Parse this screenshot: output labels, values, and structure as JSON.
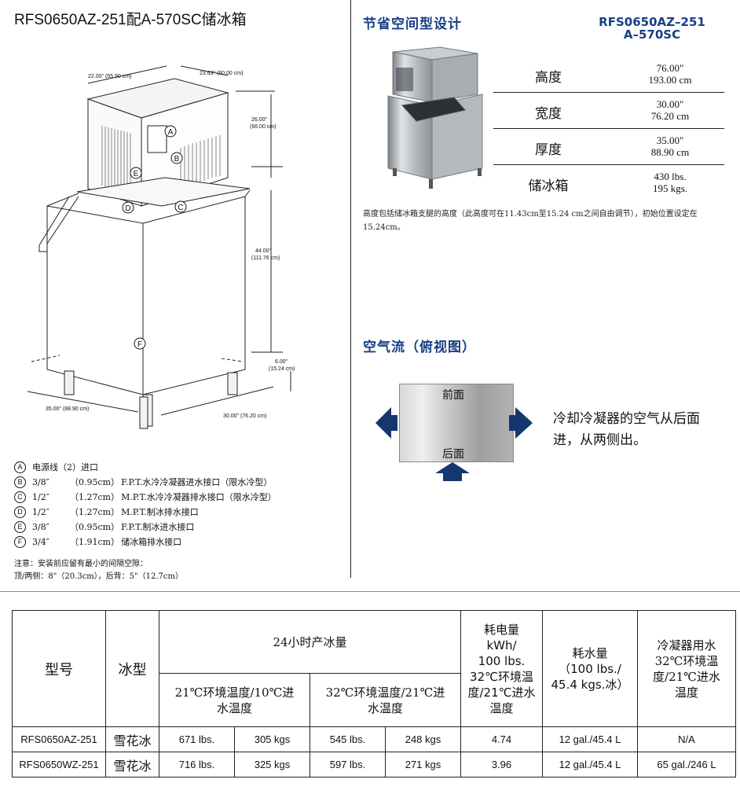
{
  "title": "RFS0650AZ-251配A-570SC储冰箱",
  "diagram": {
    "dims": {
      "depth_top": "22.00\" (55.90 cm)",
      "width_top": "23.63\" (60.00 cm)",
      "head_height": "26.00\"",
      "head_height_cm": "(66.00 cm)",
      "bin_height": "44.00\"",
      "bin_height_cm": "(111.76 cm)",
      "legs": "6.00\"",
      "legs_cm": "(15.24 cm)",
      "bin_depth": "35.00\" (88.90 cm)",
      "bin_width": "30.00\" (76.20 cm)"
    },
    "callouts": [
      "A",
      "B",
      "C",
      "D",
      "E",
      "F"
    ]
  },
  "legend": [
    {
      "letter": "A",
      "size": "",
      "metric": "",
      "text": "电源线（2）进口"
    },
    {
      "letter": "B",
      "size": "3/8″",
      "metric": "（0.95cm）",
      "text": "F.P.T.水冷冷凝器进水接口（限水冷型）"
    },
    {
      "letter": "C",
      "size": "1/2″",
      "metric": "（1.27cm）",
      "text": "M.P.T.水冷冷凝器排水接口（限水冷型）"
    },
    {
      "letter": "D",
      "size": "1/2″",
      "metric": "（1.27cm）",
      "text": "M.P.T.制冰排水接口"
    },
    {
      "letter": "E",
      "size": "3/8″",
      "metric": "（0.95cm）",
      "text": "F.P.T.制冰进水接口"
    },
    {
      "letter": "F",
      "size": "3/4″",
      "metric": "（1.91cm）",
      "text": "储冰箱排水接口"
    }
  ],
  "note": {
    "line1": "注意：安装前应留有最小的间隔空隙：",
    "line2": "顶/两侧：8\"（20.3cm），后背：5\"（12.7cm）"
  },
  "space": {
    "title": "节省空间型设计",
    "model_line1": "RFS0650AZ–251",
    "model_line2": "A–570SC",
    "rows": [
      {
        "label": "高度",
        "v1": "76.00\"",
        "v2": "193.00 cm"
      },
      {
        "label": "宽度",
        "v1": "30.00\"",
        "v2": "76.20 cm"
      },
      {
        "label": "厚度",
        "v1": "35.00\"",
        "v2": "88.90 cm"
      },
      {
        "label": "储冰箱",
        "v1": "430 lbs.",
        "v2": "195 kgs."
      }
    ],
    "footnote": "高度包括储冰箱支腿的高度（此高度可在11.43cm至15.24 cm之间自由调节），初始位置设定在15.24cm。"
  },
  "airflow": {
    "title": "空气流（俯视图）",
    "front": "前面",
    "back": "后面",
    "text_line1": "冷却冷凝器的空气从后面",
    "text_line2": "进，从两侧出。",
    "arrow_color": "#14376f"
  },
  "table": {
    "h_model": "型号",
    "h_type": "冰型",
    "h_prod": "24小时产冰量",
    "h_cond1": "21℃环境温度/10℃进水温度",
    "h_cond2": "32℃环境温度/21℃进水温度",
    "h_energy": [
      "耗电量",
      "kWh/",
      "100 lbs.",
      "32℃环境温",
      "度/21℃进水",
      "温度"
    ],
    "h_water": [
      "耗水量",
      "（100 lbs./",
      "45.4 kgs.冰）"
    ],
    "h_condwater": [
      "冷凝器用水",
      "32℃环境温",
      "度/21℃进水",
      "温度"
    ],
    "rows": [
      {
        "model": "RFS0650AZ-251",
        "type": "雪花冰",
        "lbs1": "671 lbs.",
        "kgs1": "305 kgs",
        "lbs2": "545 lbs.",
        "kgs2": "248 kgs",
        "energy": "4.74",
        "water": "12 gal./45.4 L",
        "cond": "N/A"
      },
      {
        "model": "RFS0650WZ-251",
        "type": "雪花冰",
        "lbs1": "716 lbs.",
        "kgs1": "325 kgs",
        "lbs2": "597 lbs.",
        "kgs2": "271 kgs",
        "energy": "3.96",
        "water": "12 gal./45.4 L",
        "cond": "65 gal./246 L"
      }
    ]
  }
}
